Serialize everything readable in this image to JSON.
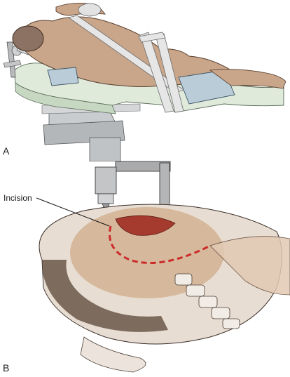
{
  "figure": {
    "panel_a_label": "A",
    "panel_b_label": "B",
    "incision_label": "Incision"
  },
  "colors": {
    "sheet": "#dfeadb",
    "skin": "#c9a68a",
    "strap": "#e6e6e6",
    "pad": "#b9ccd8",
    "incision": "#cc2b2b",
    "metal": "#a9abad"
  }
}
